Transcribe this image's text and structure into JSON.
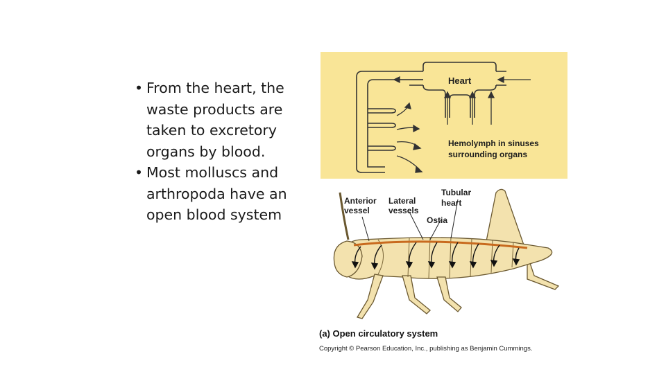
{
  "bullets": [
    {
      "text": "From the heart, the\nwaste products are\ntaken to excretory\norgans by blood."
    },
    {
      "text": "Most molluscs and\narthropoda have an\nopen blood system"
    }
  ],
  "diagram": {
    "heart_label": "Heart",
    "hemolymph_label_line1": "Hemolymph in sinuses",
    "hemolymph_label_line2": "surrounding organs",
    "tubular_heart_line1": "Tubular",
    "tubular_heart_line2": "heart",
    "anterior_vessel_line1": "Anterior",
    "anterior_vessel_line2": "vessel",
    "lateral_vessels_line1": "Lateral",
    "lateral_vessels_line2": "vessels",
    "ostia_label": "Ostia",
    "caption": "(a) Open circulatory system",
    "copyright": "Copyright © Pearson Education, Inc., publishing as Benjamin Cummings.",
    "colors": {
      "panel": "#f9e597",
      "body": "#f3e2ae",
      "outline": "#5a4a2a",
      "vessel": "#d07020"
    }
  }
}
